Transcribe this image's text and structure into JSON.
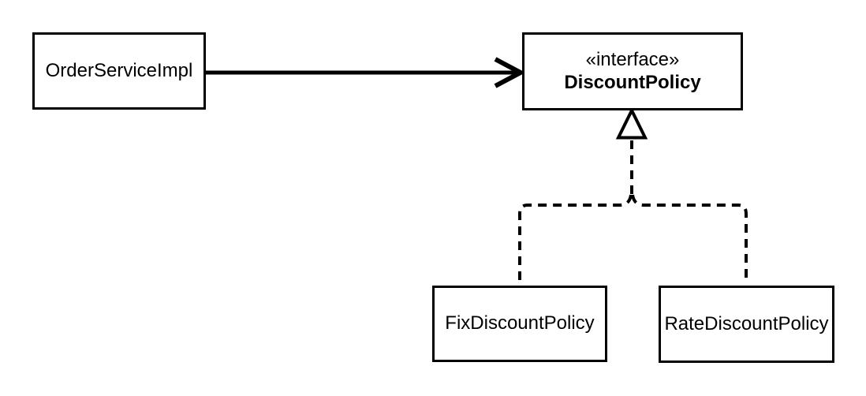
{
  "diagram": {
    "type": "uml-class-diagram",
    "background_color": "#ffffff",
    "line_color": "#000000",
    "nodes": {
      "order_service": {
        "label": "OrderServiceImpl"
      },
      "discount_policy": {
        "stereotype": "«interface»",
        "label": "DiscountPolicy"
      },
      "fix_discount": {
        "label": "FixDiscountPolicy"
      },
      "rate_discount": {
        "label": "RateDiscountPolicy"
      }
    },
    "edges": [
      {
        "from": "OrderServiceImpl",
        "to": "DiscountPolicy",
        "type": "dependency",
        "style": "solid-line-open-arrow"
      },
      {
        "from": "FixDiscountPolicy",
        "to": "DiscountPolicy",
        "type": "realization",
        "style": "dashed-line-hollow-triangle"
      },
      {
        "from": "RateDiscountPolicy",
        "to": "DiscountPolicy",
        "type": "realization",
        "style": "dashed-line-hollow-triangle"
      }
    ]
  }
}
